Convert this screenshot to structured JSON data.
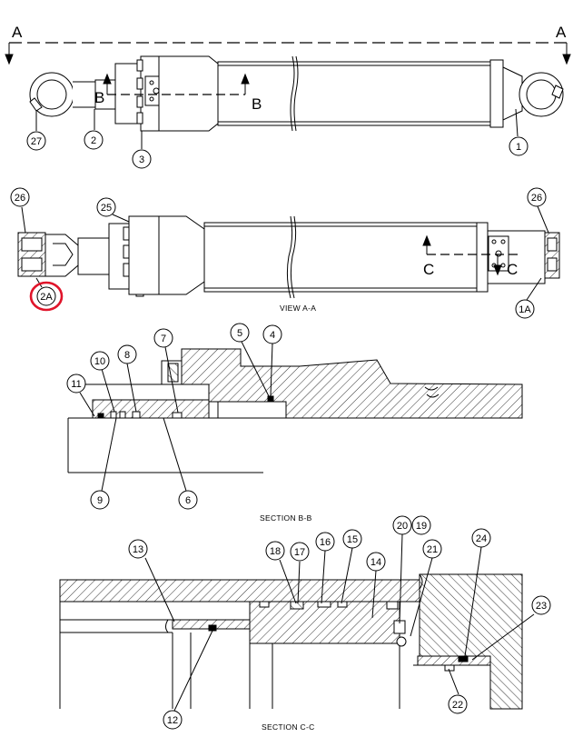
{
  "labels": {
    "section_a": "A",
    "section_b": "B",
    "section_c": "C"
  },
  "captions": {
    "view_aa": "VIEW A-A",
    "section_bb": "SECTION B-B",
    "section_cc": "SECTION C-C"
  },
  "callouts": {
    "c27": "27",
    "c2": "2",
    "c3": "3",
    "c1": "1",
    "c26a": "26",
    "c26b": "26",
    "c25": "25",
    "c2a": "2A",
    "c1a": "1A",
    "c11": "11",
    "c10": "10",
    "c8": "8",
    "c7": "7",
    "c5": "5",
    "c4": "4",
    "c9": "9",
    "c6": "6",
    "c13": "13",
    "c18": "18",
    "c17": "17",
    "c16": "16",
    "c15": "15",
    "c14": "14",
    "c20": "20",
    "c19": "19",
    "c21": "21",
    "c24": "24",
    "c23": "23",
    "c22": "22",
    "c12": "12"
  },
  "highlight": {
    "callout": "2A",
    "color": "#e0142a"
  }
}
